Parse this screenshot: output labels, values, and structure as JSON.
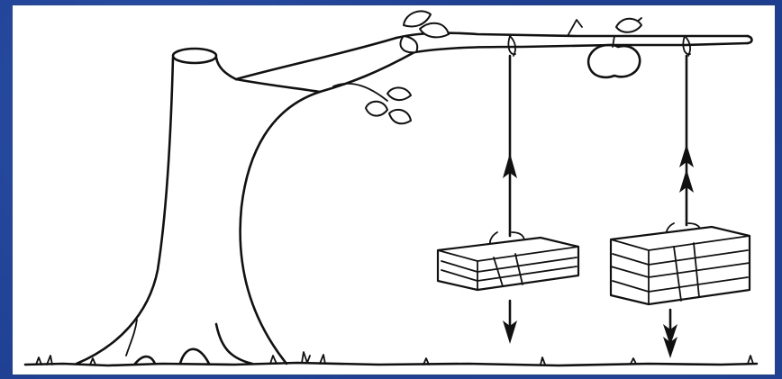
{
  "scene": {
    "objects": [
      "tree",
      "branch",
      "apple",
      "leaves",
      "parcel-left",
      "parcel-right",
      "ground"
    ],
    "colors": {
      "background": "#1c3c8c",
      "panel": "#ffffff",
      "ink": "#111111"
    },
    "forces": {
      "left_parcel": {
        "tension_arrows": 1,
        "weight_arrows": 1
      },
      "right_parcel": {
        "tension_arrows": 2,
        "weight_arrows": 2
      }
    }
  }
}
